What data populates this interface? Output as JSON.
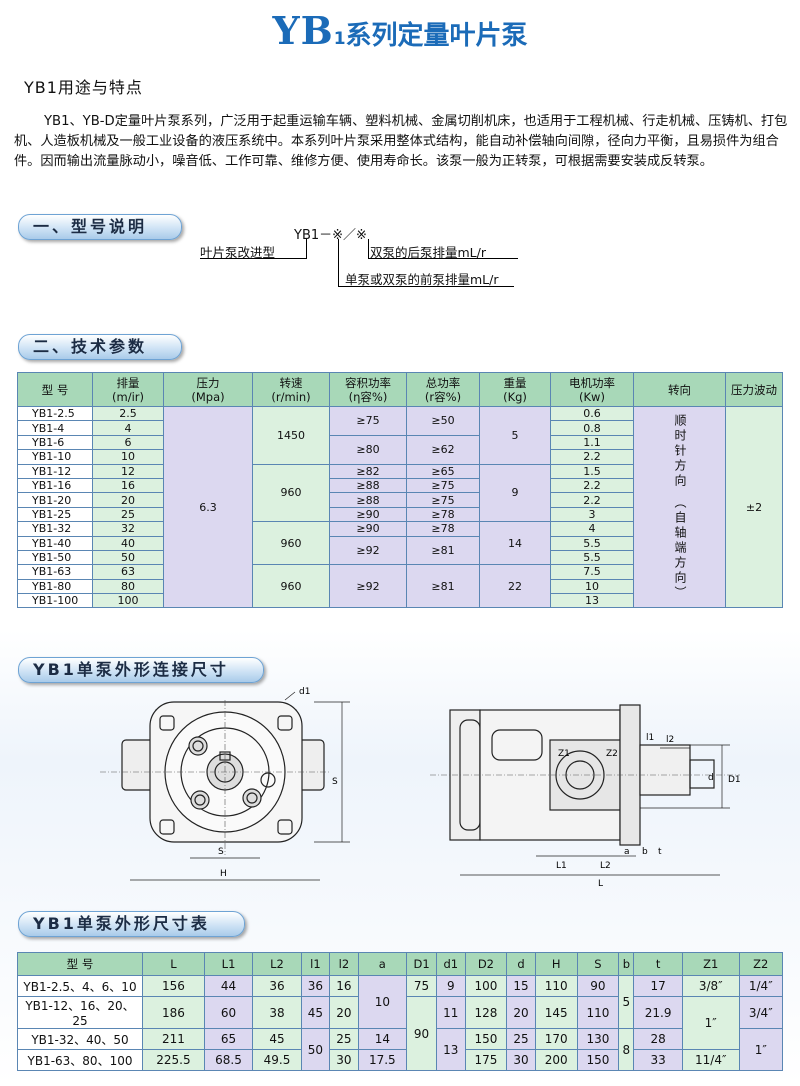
{
  "title": {
    "prefix": "YB",
    "sub": "1",
    "rest": "系列定量叶片泵"
  },
  "intro": {
    "heading": "YB1用途与特点",
    "text": "YB1、YB-D定量叶片泵系列，广泛用于起重运输车辆、塑料机械、金属切削机床，也适用于工程机械、行走机械、压铸机、打包机、人造板机械及一般工业设备的液压系统中。本系列叶片泵采用整体式结构，能自动补偿轴向间隙，径向力平衡，且易损件为组合件。因而输出流量脉动小，噪音低、工作可靠、维修方便、使用寿命长。该泵一般为正转泵，可根据需要安装成反转泵。"
  },
  "section1": {
    "title": "一、型号说明",
    "code": "YB1－※／※",
    "label_left": "叶片泵改进型",
    "label_rear": "双泵的后泵排量mL/r",
    "label_front": "单泵或双泵的前泵排量mL/r"
  },
  "section2": {
    "title": "二、技术参数",
    "headers": [
      "型 号",
      "排量\n(m/ir)",
      "压力\n(Mpa)",
      "转速\n(r/min)",
      "容积功率\n(η容%)",
      "总功率\n(r容%)",
      "重量\n(Kg)",
      "电机功率\n(Kw)",
      "转向",
      "压力波动"
    ],
    "models": [
      "YB1-2.5",
      "YB1-4",
      "YB1-6",
      "YB1-10",
      "YB1-12",
      "YB1-16",
      "YB1-20",
      "YB1-25",
      "YB1-32",
      "YB1-40",
      "YB1-50",
      "YB1-63",
      "YB1-80",
      "YB1-100"
    ],
    "displacement": [
      "2.5",
      "4",
      "6",
      "10",
      "12",
      "16",
      "20",
      "25",
      "32",
      "40",
      "50",
      "63",
      "80",
      "100"
    ],
    "pressure": "6.3",
    "speed": [
      "1450",
      "960",
      "960",
      "960"
    ],
    "vol_eff": [
      "≥75",
      "≥80",
      "≥82",
      "≥88",
      "≥88",
      "≥90",
      "≥90",
      "≥92",
      "≥92"
    ],
    "total_eff": [
      "≥50",
      "≥62",
      "≥65",
      "≥75",
      "≥75",
      "≥78",
      "≥78",
      "≥81",
      "≥81"
    ],
    "weight": [
      "5",
      "9",
      "14",
      "22"
    ],
    "motor_power": [
      "0.6",
      "0.8",
      "1.1",
      "2.2",
      "1.5",
      "2.2",
      "2.2",
      "3",
      "4",
      "5.5",
      "5.5",
      "7.5",
      "10",
      "13"
    ],
    "rotation": "顺时针方向 （自轴端方向）",
    "pressure_fluct": "±2"
  },
  "section3": {
    "title": "YB1单泵外形连接尺寸",
    "labels": {
      "d1": "d1",
      "S": "S",
      "S_bottom": "S",
      "H": "H",
      "l2": "l2",
      "l1": "l1",
      "Z1": "Z1",
      "Z2": "Z2",
      "d": "d",
      "D1": "D1",
      "L1": "L1",
      "L2": "L2",
      "a": "a",
      "b": "b",
      "L": "L",
      "t": "t"
    }
  },
  "section4": {
    "title": "YB1单泵外形尺寸表",
    "headers": [
      "型 号",
      "L",
      "L1",
      "L2",
      "l1",
      "l2",
      "a",
      "D1",
      "d1",
      "D2",
      "d",
      "H",
      "S",
      "b",
      "t",
      "Z1",
      "Z2"
    ],
    "rows": [
      [
        "YB1-2.5、4、6、10",
        "156",
        "44",
        "36",
        "36",
        "16",
        "10",
        "75",
        "9",
        "100",
        "15",
        "110",
        "90",
        "5",
        "17",
        "3/8″",
        "1/4″"
      ],
      [
        "YB1-12、16、20、25",
        "186",
        "60",
        "38",
        "45",
        "20",
        "",
        "",
        "11",
        "128",
        "20",
        "145",
        "110",
        "",
        "21.9",
        "1″",
        "3/4″"
      ],
      [
        "YB1-32、40、50",
        "211",
        "65",
        "45",
        "50",
        "25",
        "14",
        "90",
        "13",
        "150",
        "25",
        "170",
        "130",
        "8",
        "28",
        "",
        "1″"
      ],
      [
        "YB1-63、80、100",
        "225.5",
        "68.5",
        "49.5",
        "",
        "30",
        "17.5",
        "",
        "",
        "175",
        "30",
        "200",
        "150",
        "",
        "33",
        "11/4″",
        ""
      ]
    ]
  }
}
